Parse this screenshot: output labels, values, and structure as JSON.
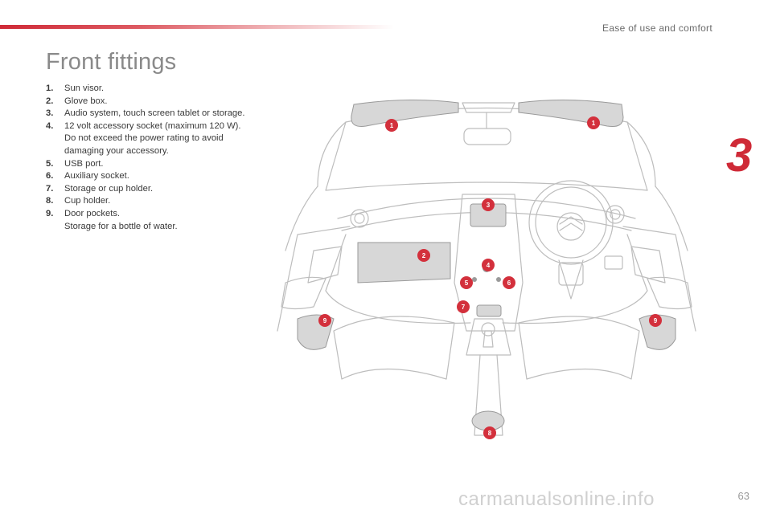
{
  "header": {
    "section_title": "Ease of use and comfort",
    "chapter_number": "3"
  },
  "page": {
    "title": "Front fittings",
    "number": "63"
  },
  "items": [
    {
      "num": "1.",
      "lines": [
        "Sun visor."
      ]
    },
    {
      "num": "2.",
      "lines": [
        "Glove box."
      ]
    },
    {
      "num": "3.",
      "lines": [
        "Audio system, touch screen tablet or storage."
      ]
    },
    {
      "num": "4.",
      "lines": [
        "12 volt accessory socket (maximum 120 W).",
        "Do not exceed the power rating to avoid damaging your accessory."
      ]
    },
    {
      "num": "5.",
      "lines": [
        "USB port."
      ]
    },
    {
      "num": "6.",
      "lines": [
        "Auxiliary socket."
      ]
    },
    {
      "num": "7.",
      "lines": [
        "Storage or cup holder."
      ]
    },
    {
      "num": "8.",
      "lines": [
        "Cup holder."
      ]
    },
    {
      "num": "9.",
      "lines": [
        "Door pockets.",
        "Storage for a bottle of water."
      ]
    }
  ],
  "diagram": {
    "callouts": [
      "1",
      "1",
      "2",
      "3",
      "4",
      "5",
      "6",
      "7",
      "8",
      "9",
      "9"
    ],
    "accent_color": "#d3303c",
    "highlight_color": "#d7d7d7",
    "line_color": "#bdbdbd"
  },
  "watermark": "carmanualsonline.info"
}
